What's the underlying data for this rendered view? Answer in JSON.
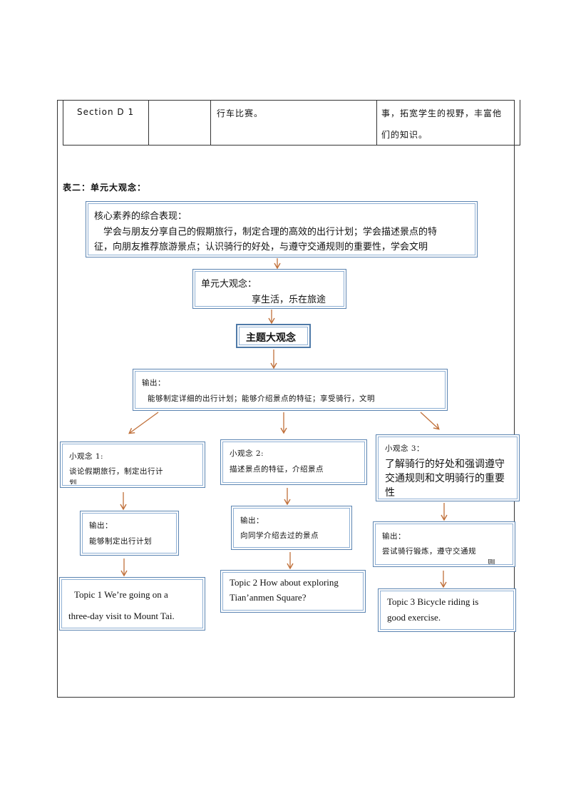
{
  "table_row": {
    "col1": "Section D 1",
    "col2": "",
    "col3": "行车比赛。",
    "col4_line1": "事，拓宽学生的视野，丰富他",
    "col4_line2": "们的知识。"
  },
  "section_title": "表二：单元大观念：",
  "core": {
    "title": "核心素养的综合表现：",
    "line1": "学会与朋友分享自己的假期旅行，制定合理的高效的出行计划；学会描述景点的特",
    "line2": "征，向朋友推荐旅游景点；认识骑行的好处，与遵守交通规则的重要性，学会文明"
  },
  "unit": {
    "title": "单元大观念：",
    "value": "享生活，乐在旅途"
  },
  "theme": {
    "label": "主题大观念"
  },
  "output_main": {
    "title": "输出：",
    "text": "能够制定详细的出行计划；能够介绍景点的特征；享受骑行，文明"
  },
  "sub1": {
    "title": "小观念 1:",
    "text": "谈论假期旅行，制定出行计",
    "cut": "划"
  },
  "sub2": {
    "title": "小观念 2:",
    "text": "描述景点的特征，介绍景点"
  },
  "sub3": {
    "title": "小观念 3：",
    "line1": "了解骑行的好处和强调遵守",
    "line2": "交通规则和文明骑行的重要",
    "line3": "性"
  },
  "out1": {
    "title": "输出：",
    "text": "能够制定出行计划"
  },
  "out2": {
    "title": "输出：",
    "text": "向同学介绍去过的景点"
  },
  "out3": {
    "title": "输出：",
    "text": "尝试骑行锻炼，遵守交通规",
    "cut": "则"
  },
  "topic1": {
    "line1": "Topic 1 We’re going on a",
    "line2": "three-day visit to Mount Tai."
  },
  "topic2": {
    "line1": "Topic 2 How about exploring",
    "line2": "Tian’anmen Square?"
  },
  "topic3": {
    "line1": "Topic 3 Bicycle riding is",
    "line2": "good exercise."
  },
  "colors": {
    "box_border": "#5b84b1",
    "arrow": "#c0703a"
  }
}
